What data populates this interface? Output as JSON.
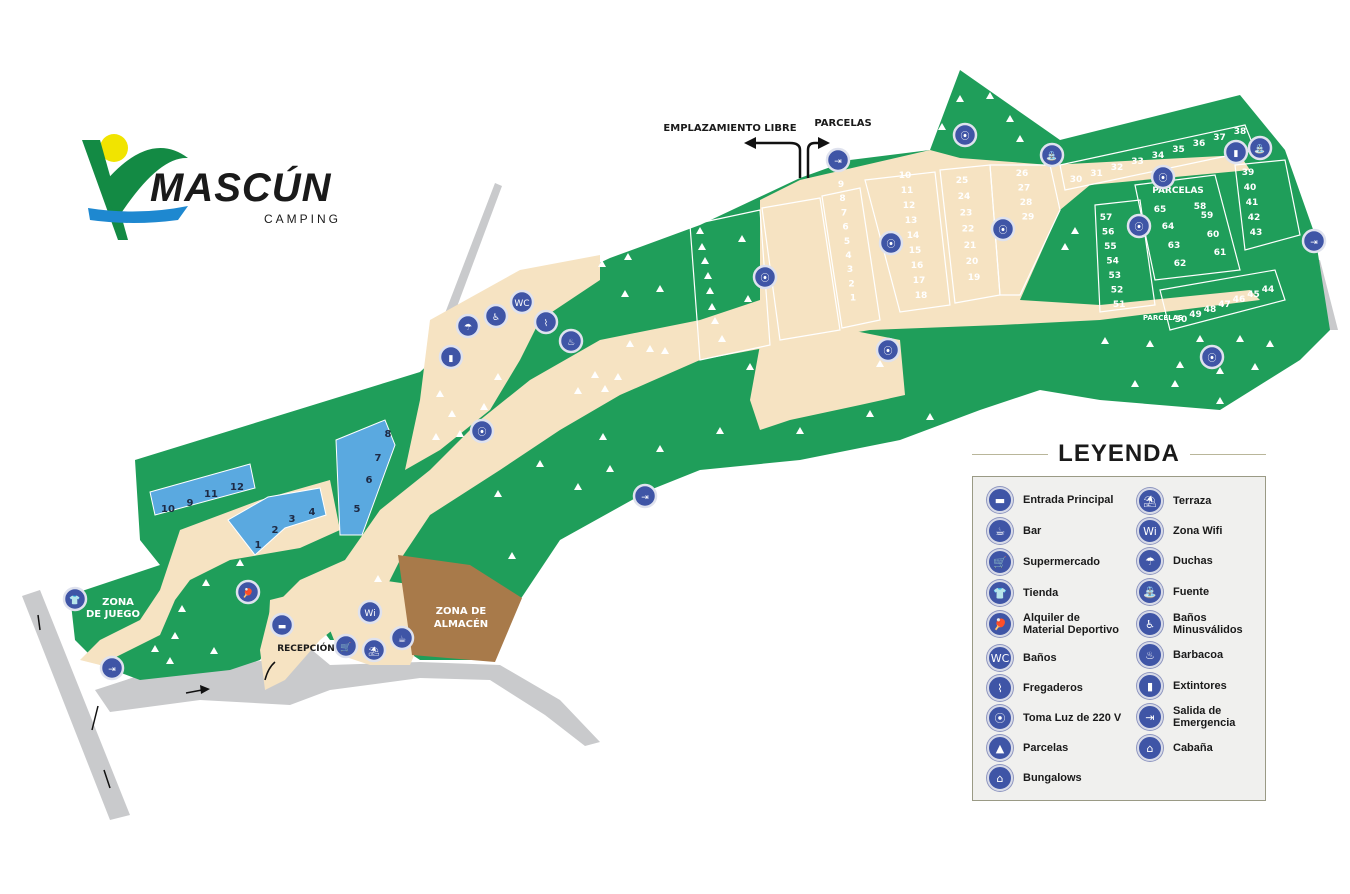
{
  "logo": {
    "name": "MASCÚN",
    "sub": "CAMPING"
  },
  "labels": {
    "emplazamiento": "EMPLAZAMIENTO LIBRE",
    "parcelas_top": "PARCELAS",
    "zona_juego_1": "ZONA",
    "zona_juego_2": "DE JUEGO",
    "recepcion": "RECEPCIÓN",
    "almacen_1": "ZONA DE",
    "almacen_2": "ALMACÉN",
    "parcelas_right": "PARCELAS",
    "parcelas_small": "PARCELAS"
  },
  "bungalows": [
    "10",
    "9",
    "11",
    "12",
    "1",
    "2",
    "3",
    "4",
    "5",
    "6",
    "7",
    "8"
  ],
  "plots": {
    "col_a": [
      "9",
      "8",
      "7",
      "6",
      "5",
      "4",
      "3",
      "2",
      "1"
    ],
    "col_b": [
      "10",
      "11",
      "12",
      "13",
      "14",
      "15",
      "16",
      "17",
      "18"
    ],
    "col_c": [
      "25",
      "24",
      "23",
      "22",
      "21",
      "20",
      "19"
    ],
    "col_d": [
      "26",
      "27",
      "28",
      "29"
    ],
    "row_top": [
      "30",
      "31",
      "32",
      "33",
      "34",
      "35",
      "36",
      "37",
      "38"
    ],
    "col_e": [
      "39",
      "40",
      "41",
      "42",
      "43"
    ],
    "inner_top": [
      "65",
      "58"
    ],
    "inner_mid": [
      "64",
      "59",
      "63",
      "60",
      "62",
      "61"
    ],
    "left_col": [
      "57",
      "56",
      "55",
      "54",
      "53",
      "52",
      "51"
    ],
    "bottom_row": [
      "50",
      "49",
      "48",
      "47",
      "46",
      "45",
      "44"
    ]
  },
  "legend": {
    "title": "LEYENDA",
    "left": [
      {
        "label": "Entrada Principal",
        "icon": "entrance-icon",
        "glyph": "▬"
      },
      {
        "label": "Bar",
        "icon": "bar-icon",
        "glyph": "☕"
      },
      {
        "label": "Supermercado",
        "icon": "supermarket-icon",
        "glyph": "🛒"
      },
      {
        "label": "Tienda",
        "icon": "shop-icon",
        "glyph": "👕"
      },
      {
        "label": "Alquiler de Material Deportivo",
        "icon": "sport-rental-icon",
        "glyph": "🏓"
      },
      {
        "label": "Baños",
        "icon": "toilets-icon",
        "glyph": "WC"
      },
      {
        "label": "Fregaderos",
        "icon": "sinks-icon",
        "glyph": "⌇"
      },
      {
        "label": "Toma Luz de 220 V",
        "icon": "power-outlet-icon",
        "glyph": "⦿"
      },
      {
        "label": "Parcelas",
        "icon": "plots-icon",
        "glyph": "▲"
      },
      {
        "label": "Bungalows",
        "icon": "bungalows-icon",
        "glyph": "⌂"
      }
    ],
    "right": [
      {
        "label": "Terraza",
        "icon": "terrace-icon",
        "glyph": "⛱"
      },
      {
        "label": "Zona Wifi",
        "icon": "wifi-icon",
        "glyph": "Wi"
      },
      {
        "label": "Duchas",
        "icon": "showers-icon",
        "glyph": "☂"
      },
      {
        "label": "Fuente",
        "icon": "fountain-icon",
        "glyph": "⛲"
      },
      {
        "label": "Baños Minusválidos",
        "icon": "accessible-toilet-icon",
        "glyph": "♿"
      },
      {
        "label": "Barbacoa",
        "icon": "barbecue-icon",
        "glyph": "♨"
      },
      {
        "label": "Extintores",
        "icon": "extinguisher-icon",
        "glyph": "▮"
      },
      {
        "label": "Salida de Emergencia",
        "icon": "emergency-exit-icon",
        "glyph": "⇥"
      },
      {
        "label": "Cabaña",
        "icon": "cabin-icon",
        "glyph": "⌂"
      }
    ]
  },
  "colors": {
    "grass": "#1f9e5a",
    "path": "#f6e3c2",
    "road": "#c9cacc",
    "bungalow": "#5aa9e0",
    "storage": "#a87a4a",
    "icon": "#3f55a6"
  }
}
